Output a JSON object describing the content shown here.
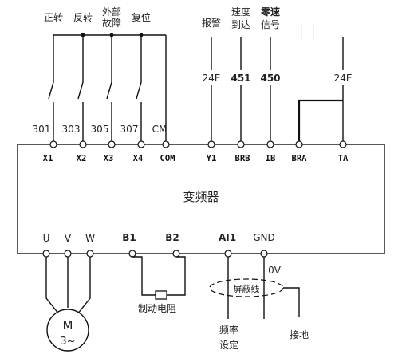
{
  "inputs": {
    "labels": {
      "forward": "正转",
      "reverse": "反转",
      "ext_fault_l1": "外部",
      "ext_fault_l2": "故障",
      "reset": "复位"
    },
    "wire_numbers": [
      "301",
      "303",
      "305",
      "307",
      "CM"
    ],
    "terminals": [
      "X1",
      "X2",
      "X3",
      "X4",
      "COM"
    ]
  },
  "outputs": {
    "labels": {
      "alarm": "报警",
      "speed_reached_l1": "速度",
      "speed_reached_l2": "到达",
      "zero_speed_l1": "零速",
      "zero_speed_l2": "信号"
    },
    "wire_numbers": [
      "24E",
      "451",
      "450",
      "24E"
    ],
    "terminals": [
      "Y1",
      "BRB",
      "IB",
      "BRA",
      "TA"
    ]
  },
  "inverter_label": "变频器",
  "bottom_terminals": [
    "U",
    "V",
    "W",
    "B1",
    "B2",
    "AI1",
    "GND"
  ],
  "motor": {
    "line1": "M",
    "line2": "3~"
  },
  "brake_resistor_label": "制动电阻",
  "shield_label": "屏蔽线",
  "zero_volt_label": "0V",
  "freq_setting": {
    "line1": "频率",
    "line2": "设定"
  },
  "ground_label": "接地"
}
